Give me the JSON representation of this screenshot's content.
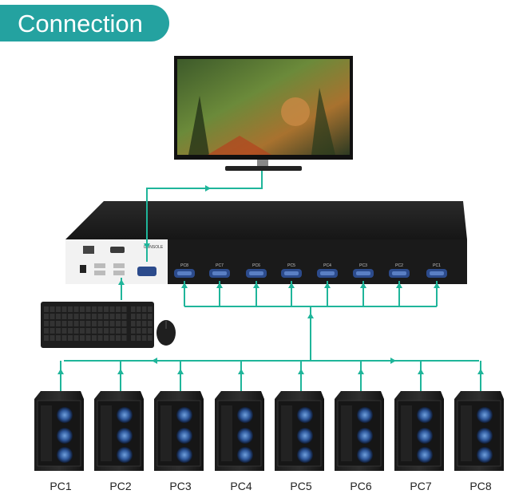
{
  "header": {
    "title": "Connection"
  },
  "kvm": {
    "console_label": "CONSOLE",
    "port_labels": [
      "PC8",
      "PC7",
      "PC6",
      "PC5",
      "PC4",
      "PC3",
      "PC2",
      "PC1"
    ]
  },
  "computers": [
    {
      "label": "PC1"
    },
    {
      "label": "PC2"
    },
    {
      "label": "PC3"
    },
    {
      "label": "PC4"
    },
    {
      "label": "PC5"
    },
    {
      "label": "PC6"
    },
    {
      "label": "PC7"
    },
    {
      "label": "PC8"
    }
  ],
  "colors": {
    "accent": "#24a2a0",
    "cable": "#1fb59a"
  }
}
